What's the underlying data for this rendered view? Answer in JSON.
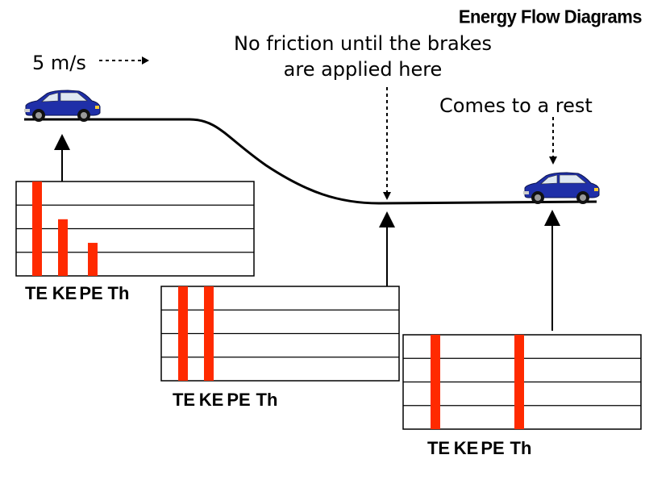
{
  "title": "Energy Flow Diagrams",
  "labels": {
    "speed": "5 m/s",
    "friction": "No friction until the brakes are applied here",
    "rest": "Comes to a rest"
  },
  "categories": [
    "TE",
    "KE",
    "PE",
    "Th"
  ],
  "colors": {
    "bar": "#ff2a00",
    "car_body": "#1f2fa8",
    "track": "#000000"
  },
  "icons": [
    "car-icon"
  ],
  "chart_data": [
    {
      "type": "bar",
      "categories": [
        "TE",
        "KE",
        "PE",
        "Th"
      ],
      "values": [
        4,
        2.4,
        1.4,
        0
      ],
      "ylim": [
        0,
        4
      ]
    },
    {
      "type": "bar",
      "categories": [
        "TE",
        "KE",
        "PE",
        "Th"
      ],
      "values": [
        4,
        4,
        0,
        0
      ],
      "ylim": [
        0,
        4
      ]
    },
    {
      "type": "bar",
      "categories": [
        "TE",
        "KE",
        "PE",
        "Th"
      ],
      "values": [
        4,
        0,
        0,
        4
      ],
      "ylim": [
        0,
        4
      ]
    }
  ]
}
